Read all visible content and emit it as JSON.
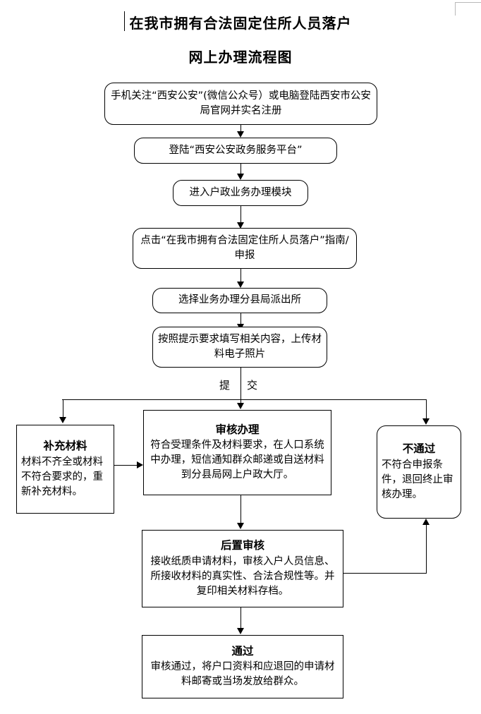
{
  "document": {
    "title_line1": "在我市拥有合法固定住所人员落户",
    "title_line2": "网上办理流程图"
  },
  "flow": {
    "branch_label_left": "提",
    "branch_label_right": "交",
    "nodes": [
      {
        "id": "register",
        "shape": "rounded",
        "headline": "",
        "body": "手机关注“西安公安”(微信公众号）或电脑登陆西安市公安局官网并实名注册"
      },
      {
        "id": "login-platform",
        "shape": "rounded",
        "headline": "",
        "body": "登陆“西安公安政务服务平台”"
      },
      {
        "id": "enter-module",
        "shape": "rounded",
        "headline": "",
        "body": "进入户政业务办理模块"
      },
      {
        "id": "click-guide",
        "shape": "rounded",
        "headline": "",
        "body": "点击“在我市拥有合法固定住所人员落户”指南/申报"
      },
      {
        "id": "select-station",
        "shape": "rounded",
        "headline": "",
        "body": "选择业务办理分县局派出所"
      },
      {
        "id": "fill-upload",
        "shape": "rounded",
        "headline": "",
        "body": "按照提示要求填写相关内容，上传材料电子照片"
      },
      {
        "id": "supplement",
        "shape": "rect",
        "headline": "补充材料",
        "body": "材料不齐全或材料不符合要求的，重新补充材料。"
      },
      {
        "id": "review-process",
        "shape": "rect",
        "headline": "审核办理",
        "body": "符合受理条件及材料要求，在人口系统中办理，短信通知群众邮递或自送材料到分县局网上户政大厅。"
      },
      {
        "id": "rejected",
        "shape": "rounded",
        "headline": "不通过",
        "body": "不符合申报条件，退回终止审核办理。"
      },
      {
        "id": "post-review",
        "shape": "rect",
        "headline": "后置审核",
        "body": "接收纸质申请材料，审核入户人员信息、所接收材料的真实性、合法合规性等。并复印相关材料存档。"
      },
      {
        "id": "approved",
        "shape": "rect",
        "headline": "通过",
        "body": "审核通过，将户口资料和应退回的申请材料邮寄或当场发放给群众。"
      }
    ]
  }
}
